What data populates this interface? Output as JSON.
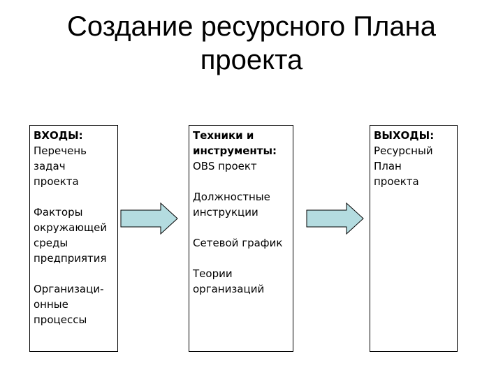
{
  "title": {
    "line1": "Создание ресурсного Плана",
    "line2": "проекта"
  },
  "inputs": {
    "heading": "ВХОДЫ:",
    "lines": [
      "Перечень",
      "задач",
      "проекта",
      "",
      "Факторы",
      "окружающей",
      "среды",
      "предприятия",
      "",
      "Организаци-",
      "онные",
      "процессы"
    ]
  },
  "tools": {
    "heading_line1": "Техники и",
    "heading_line2": "инструменты:",
    "lines": [
      "OBS проект",
      "",
      "Должностные",
      "инструкции",
      "",
      "Сетевой график",
      "",
      "Теории",
      "организаций"
    ]
  },
  "outputs": {
    "heading": "ВЫХОДЫ:",
    "lines": [
      "Ресурсный",
      "План",
      "проекта"
    ]
  },
  "colors": {
    "arrow_fill": "#b4dce0",
    "arrow_stroke": "#000000"
  }
}
